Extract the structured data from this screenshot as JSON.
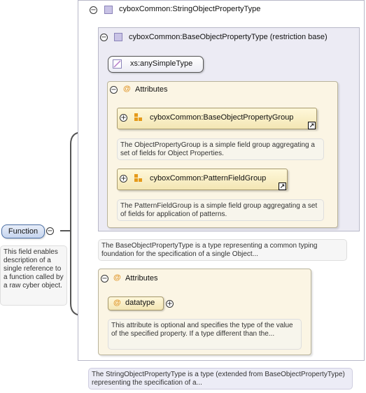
{
  "string_type": {
    "title": "cyboxCommon:StringObjectPropertyType",
    "doc": "The StringObjectPropertyType is a type (extended from BaseObjectPropertyType) representing the specification of a..."
  },
  "base_type": {
    "title": "cyboxCommon:BaseObjectPropertyType (restriction base)",
    "simple_type": "xs:anySimpleType",
    "doc": "The BaseObjectPropertyType is a type representing a common typing foundation for the specification of a single Object..."
  },
  "attributes_inner": {
    "label": "Attributes",
    "groups": [
      {
        "name": "cyboxCommon:BaseObjectPropertyGroup",
        "doc": "The ObjectPropertyGroup is a simple field group aggregating a set of fields for Object Properties."
      },
      {
        "name": "cyboxCommon:PatternFieldGroup",
        "doc": "The PatternFieldGroup is a simple field group aggregating a set of fields for application of patterns."
      }
    ]
  },
  "attributes_outer": {
    "label": "Attributes",
    "attribute_name": "datatype",
    "attribute_doc": "This attribute is optional and specifies the type of the value of the specified property. If a type different than the..."
  },
  "function_node": {
    "label": "Function",
    "doc": "This field enables description of a single reference to a function called by a raw cyber object."
  },
  "icons": {
    "collapse": "minus-circle",
    "expand": "plus-circle",
    "complex_type": "lavender-square",
    "simple_type": "slash-square",
    "attribute": "at-sign",
    "group": "orange-blocks",
    "link": "jump-arrow"
  },
  "colors": {
    "type_background": "#ecebf4",
    "attribute_background": "#fbf5e4",
    "group_background": "#f3e6b4",
    "function_node": "#c6d5ee",
    "accent_orange": "#e59a1a"
  }
}
